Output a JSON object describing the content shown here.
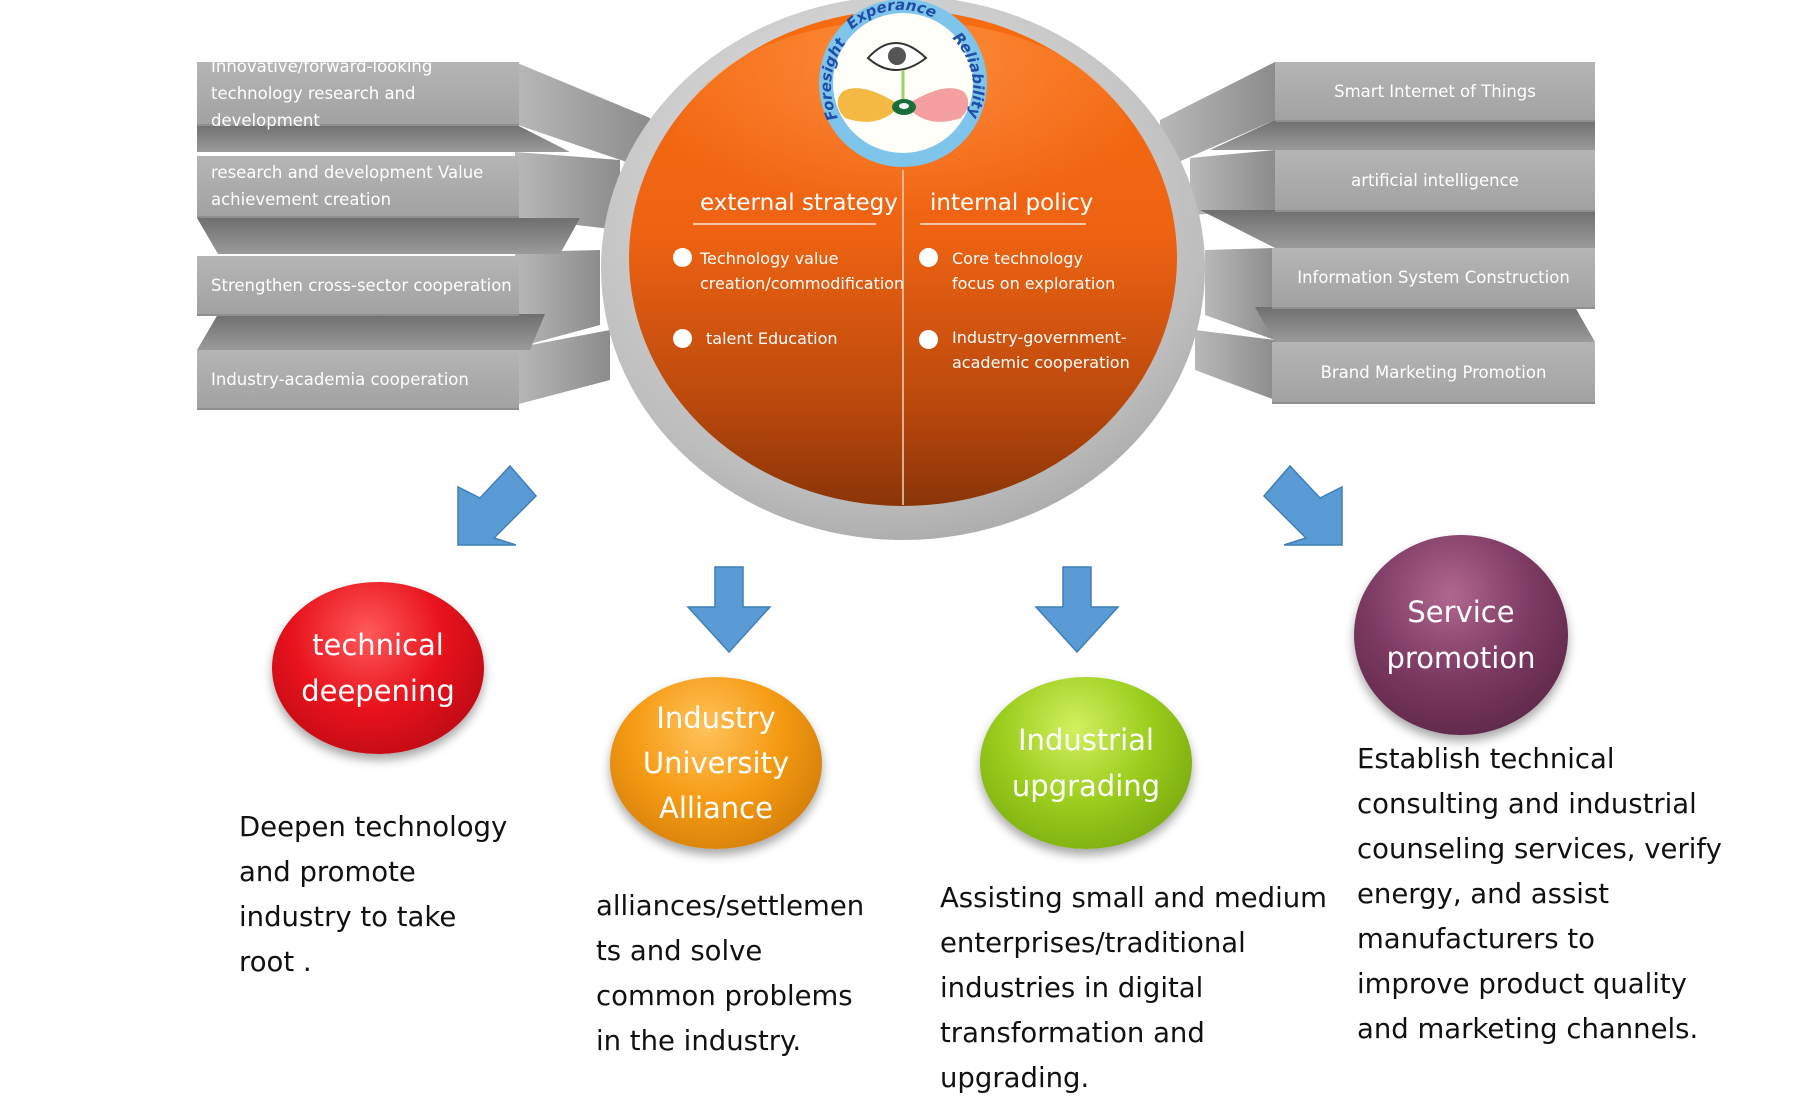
{
  "left_panels": [
    "Innovative/forward-looking\ntechnology research and development",
    "research and development Value\nachievement creation",
    "Strengthen cross-sector cooperation",
    "Industry-academia cooperation"
  ],
  "right_panels": [
    "Smart Internet of Things",
    "artificial intelligence",
    "Information System Construction",
    "Brand Marketing Promotion"
  ],
  "logo": {
    "words": [
      "Foresight",
      "Experance",
      "Reliability"
    ],
    "icon": "eye-drop-leaves-logo-icon"
  },
  "center": {
    "external": {
      "title": "external strategy",
      "items": [
        "Technology value\ncreation/commodification",
        "talent Education"
      ]
    },
    "internal": {
      "title": "internal policy",
      "items": [
        "Core technology\nfocus on exploration",
        "Industry-government-\nacademic cooperation"
      ]
    }
  },
  "balls": [
    {
      "label": "technical\ndeepening",
      "color": "#e8121c"
    },
    {
      "label": "Industry\nUniversity\nAlliance",
      "color": "#f59a12"
    },
    {
      "label": "Industrial\nupgrading",
      "color": "#9acd1c"
    },
    {
      "label": "Service\npromotion",
      "color": "#7d3a62"
    }
  ],
  "descriptions": [
    "Deepen technology\nand promote\nindustry to take\nroot .",
    "alliances/settlemen\nts and solve\ncommon problems\nin the industry.",
    "Assisting small and medium\nenterprises/traditional\nindustries in digital\ntransformation and\nupgrading.",
    "Establish technical\nconsulting and industrial\ncounseling services, verify\nenergy, and assist\nmanufacturers to\nimprove product quality\nand marketing channels."
  ],
  "colors": {
    "panel_gray": "#a8a8a8",
    "arrow_blue": "#5b9bd5",
    "sphere_orange": "#f26a10",
    "sphere_dark": "#9a3a08"
  }
}
